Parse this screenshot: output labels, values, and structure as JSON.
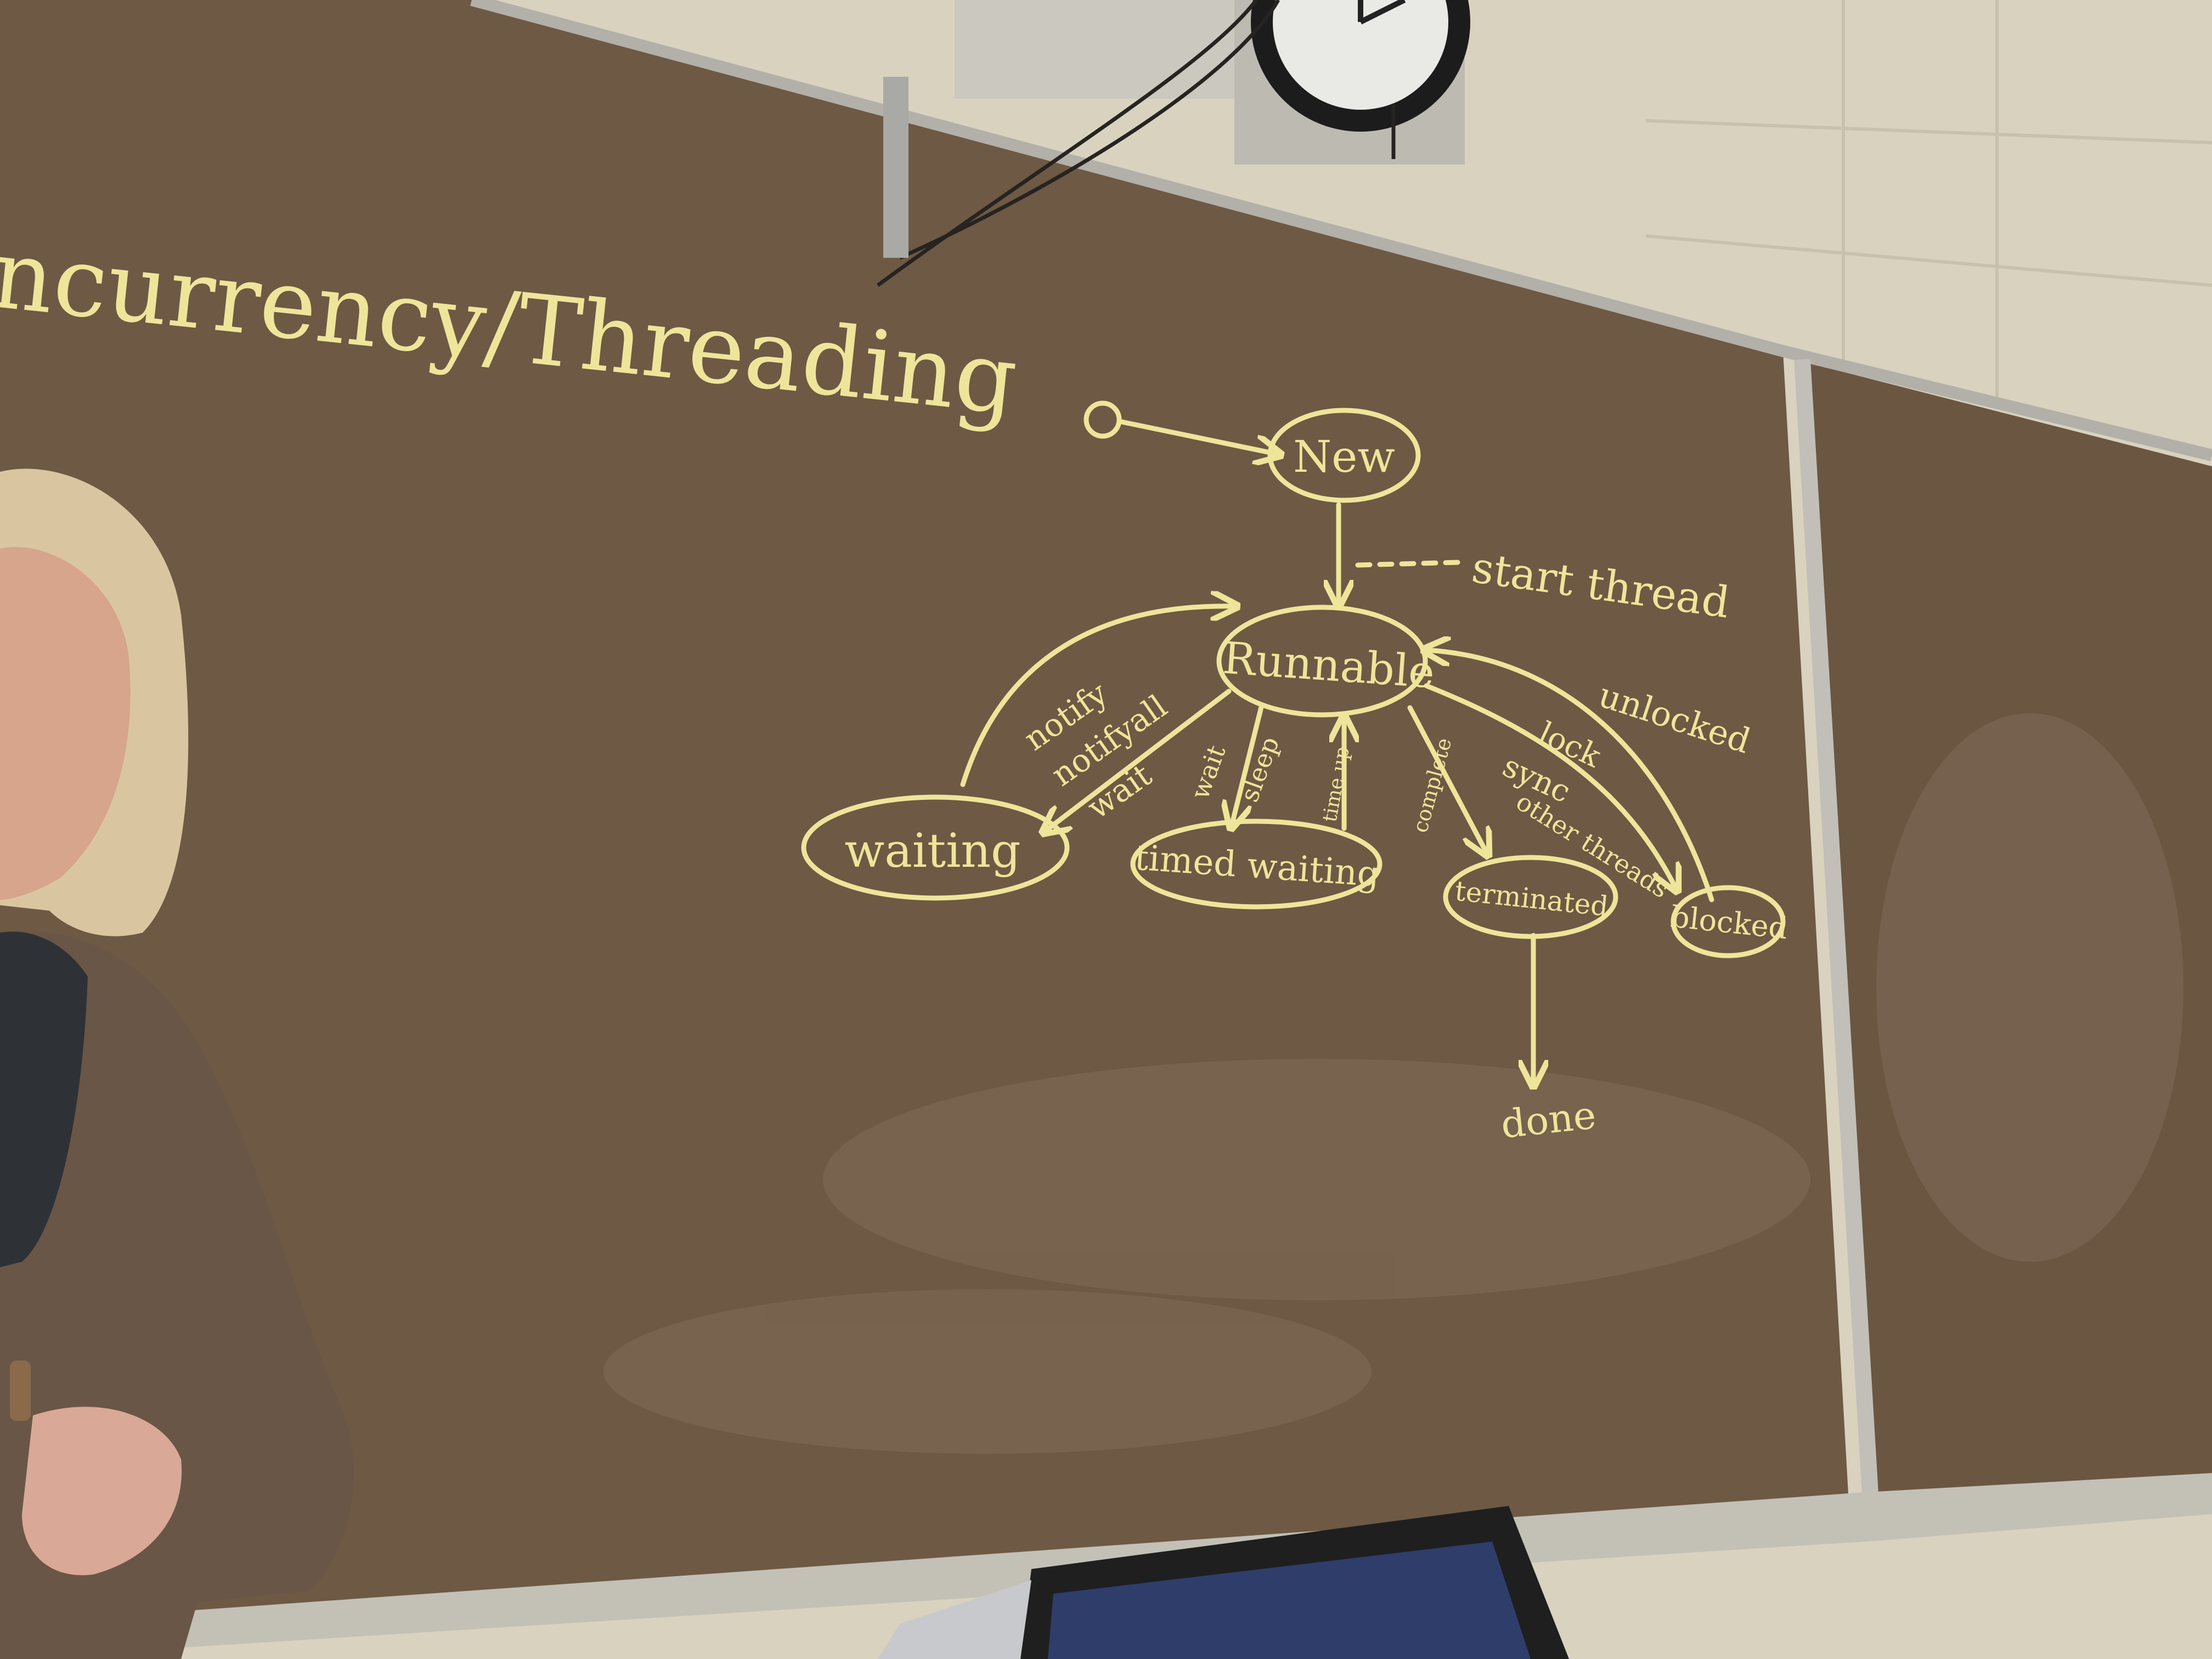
{
  "board": {
    "title": "ncurrency/Threading"
  },
  "diagram": {
    "states": {
      "new": "New",
      "runnable": "Runnable",
      "waiting": "waiting",
      "timed_waiting": "timed waiting",
      "terminated": "terminated",
      "blocked": "blocked",
      "done": "done"
    },
    "labels": {
      "start_thread": "start thread",
      "notify": "notify",
      "notifyall": "notifyall",
      "wait": "wait",
      "wait_small": "wait",
      "sleep": "sleep",
      "unlocked": "unlocked",
      "lock": "lock",
      "sync": "sync",
      "other_threads": "other threads",
      "complete": "complete",
      "timeout": "time up"
    }
  },
  "colors": {
    "board": "#6f5a44",
    "chalk": "#eee59a",
    "wall": "#d9d4c2",
    "frame": "#b5b3ab"
  }
}
